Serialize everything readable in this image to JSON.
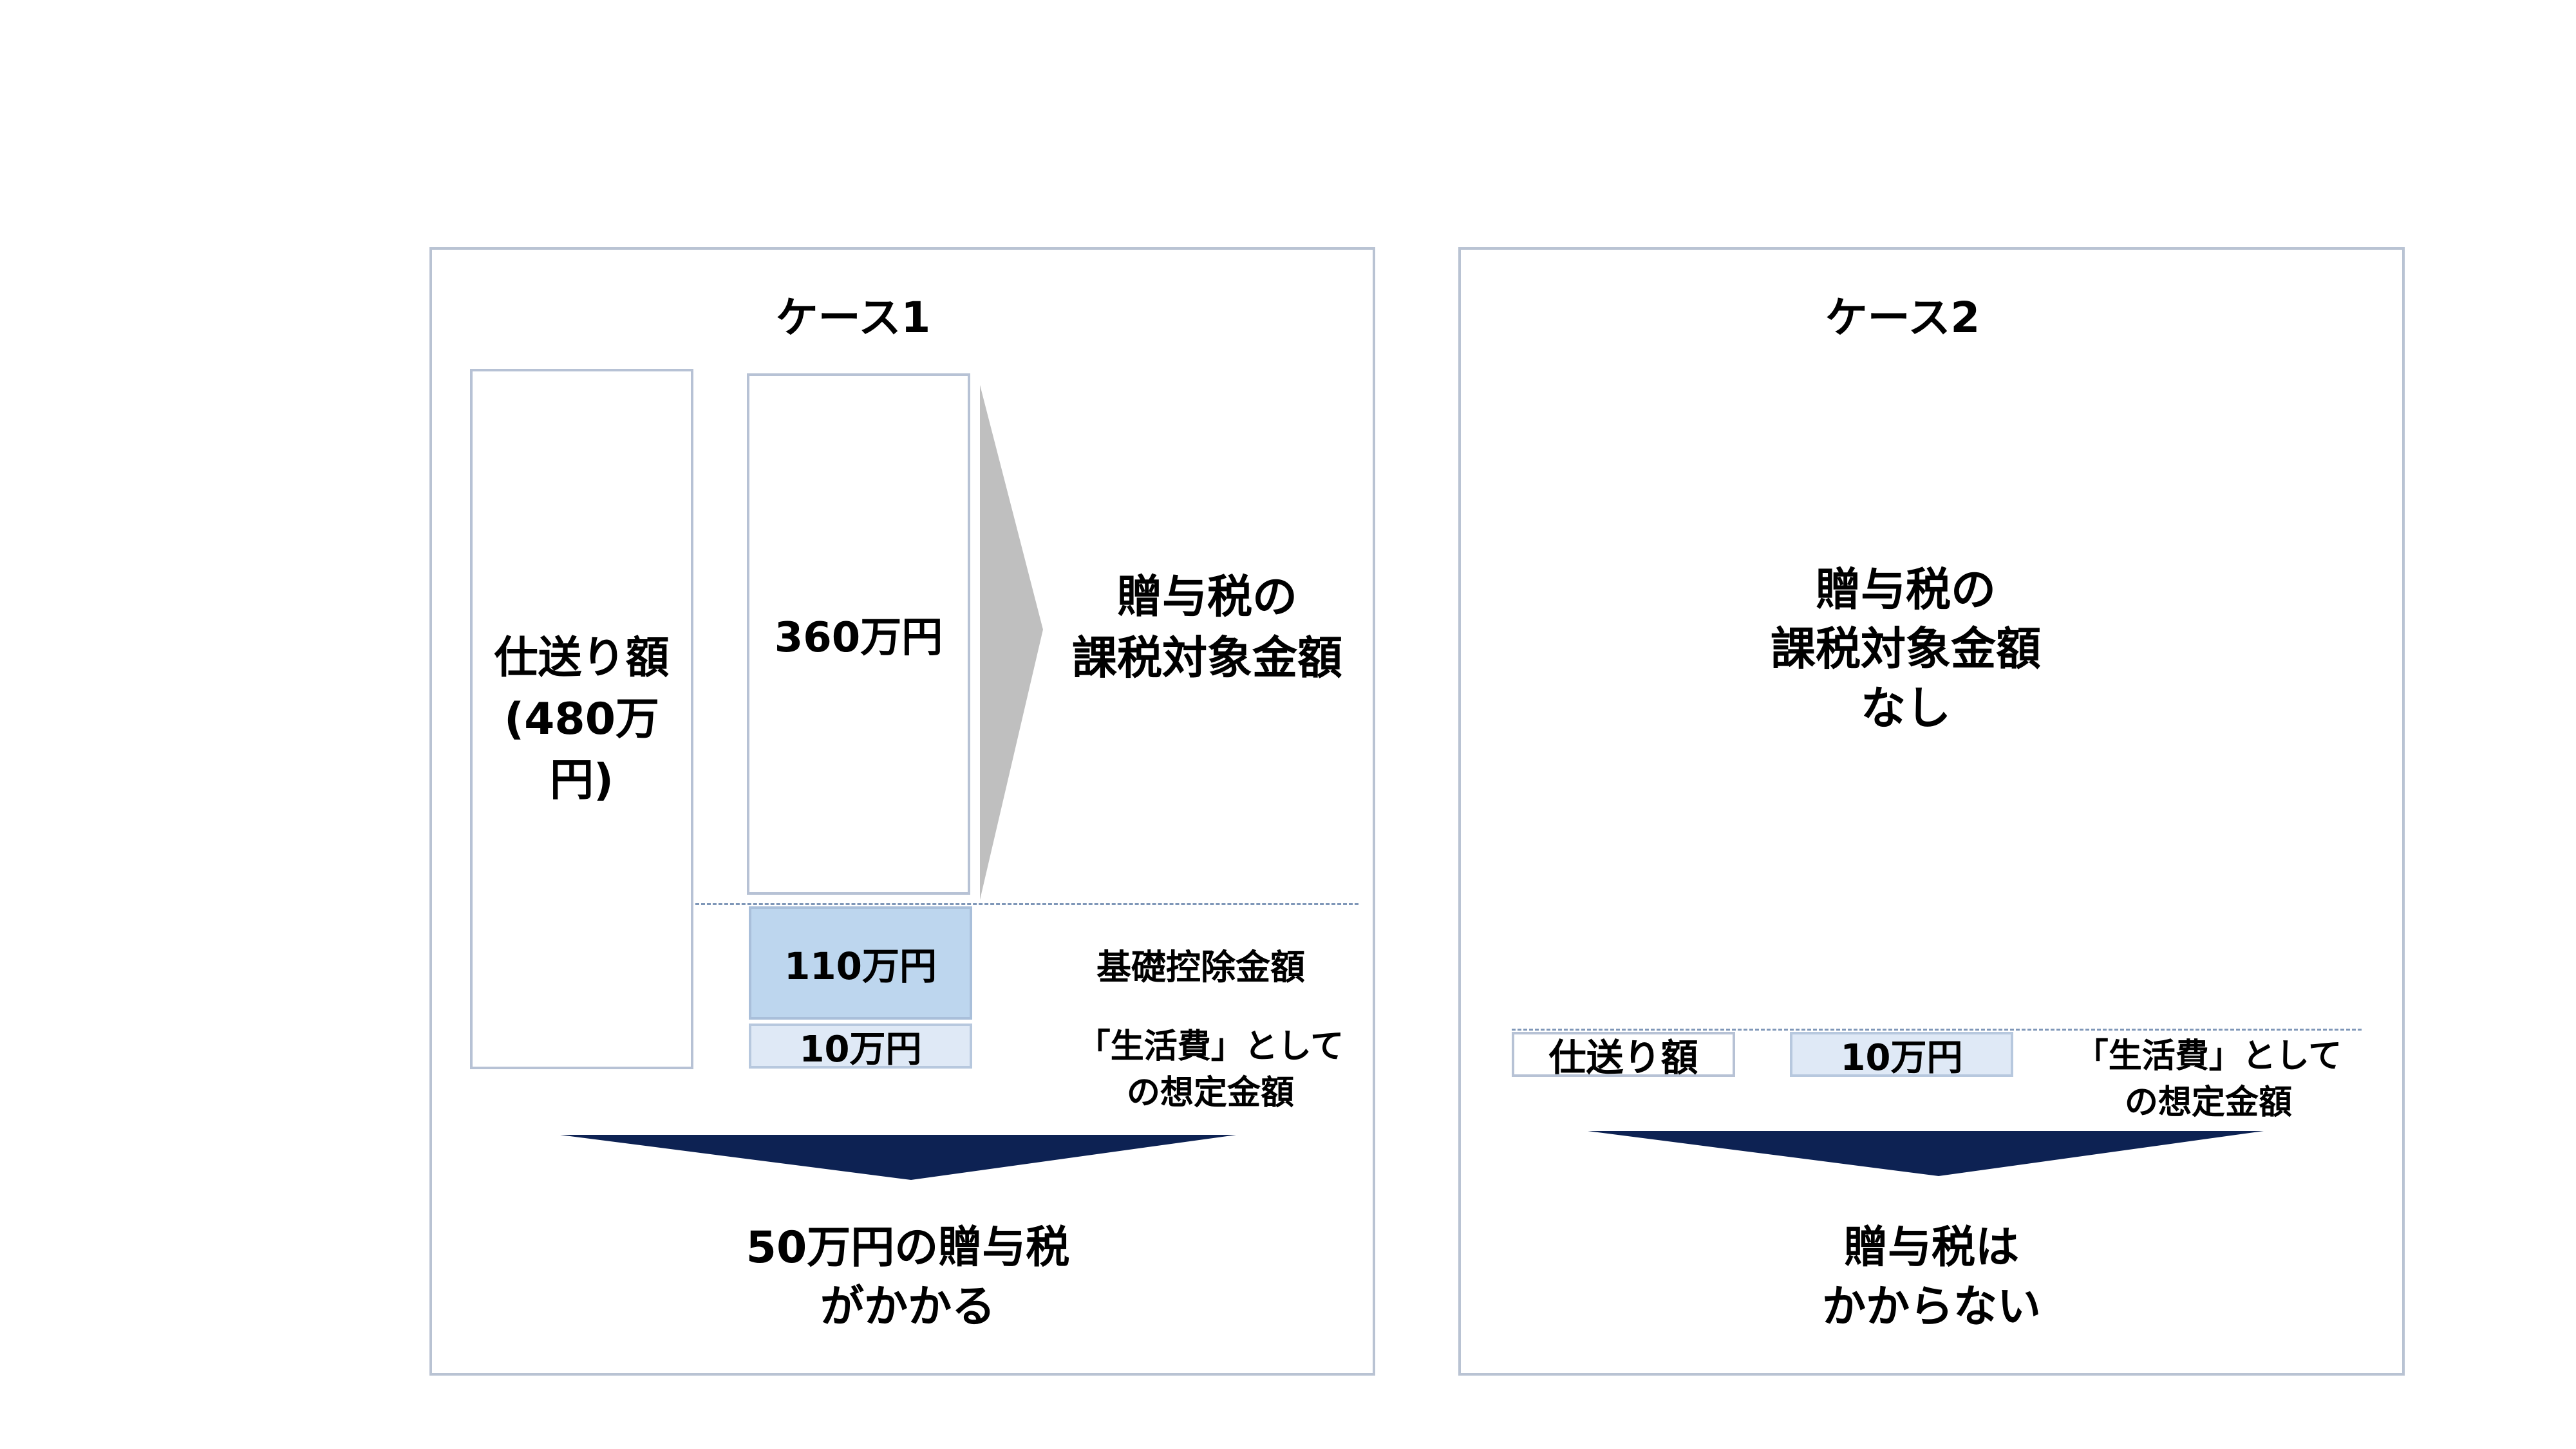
{
  "case1": {
    "title": "ケース1",
    "allowance_lines": [
      "仕送り額",
      "(480万円)"
    ],
    "taxable_value": "360万円",
    "taxable_caption": [
      "贈与税の",
      "課税対象金額"
    ],
    "basic_deduction_value": "110万円",
    "basic_deduction_caption": "基礎控除金額",
    "living_value": "10万円",
    "living_caption": [
      "「生活費」として",
      "の想定金額"
    ],
    "result": [
      "50万円の贈与税",
      "がかかる"
    ]
  },
  "case2": {
    "title": "ケース2",
    "taxable_caption": [
      "贈与税の",
      "課税対象金額",
      "なし"
    ],
    "allowance_label": "仕送り額",
    "living_value": "10万円",
    "living_caption": [
      "「生活費」として",
      "の想定金額"
    ],
    "result": [
      "贈与税は",
      "かからない"
    ]
  },
  "colors": {
    "panel_border": "#b9c3d3",
    "deduction_fill": "#bdd6ee",
    "living_fill": "#dfe9f6",
    "arrow_gray": "#bfbfbf",
    "arrow_navy": "#0d2253"
  }
}
